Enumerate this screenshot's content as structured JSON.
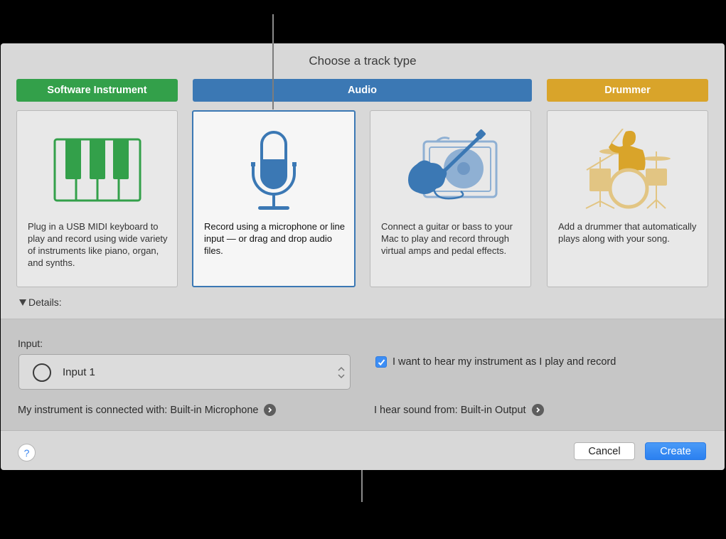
{
  "dialog": {
    "title": "Choose a track type"
  },
  "track_types": [
    {
      "label": "Software Instrument",
      "color": "#33a04a",
      "icon": "piano-keyboard-icon",
      "description": "Plug in a USB MIDI keyboard to play and record using wide variety of instruments like piano, organ, and synths.",
      "selected": false
    },
    {
      "label": "Audio",
      "color": "#3b78b4",
      "icon": "microphone-icon",
      "description": "Record using a microphone or line input — or drag and drop audio files.",
      "selected": true
    },
    {
      "label": "",
      "color": "#3b78b4",
      "icon": "guitar-amp-icon",
      "description": "Connect a guitar or bass to your Mac to play and record through virtual amps and pedal effects.",
      "selected": false
    },
    {
      "label": "Drummer",
      "color": "#d9a42a",
      "icon": "drummer-icon",
      "description": "Add a drummer that automatically plays along with your song.",
      "selected": false
    }
  ],
  "details": {
    "toggle_label": "Details:",
    "input_label": "Input:",
    "input_value": "Input 1",
    "connected_with": "My instrument is connected with: Built-in Microphone",
    "monitor_checkbox": {
      "label": "I want to hear my instrument as I play and record",
      "checked": true
    },
    "output_line": "I hear sound from: Built-in Output"
  },
  "footer": {
    "help_label": "?",
    "cancel_label": "Cancel",
    "create_label": "Create"
  },
  "colors": {
    "software_instrument": "#33a04a",
    "audio": "#3b78b4",
    "drummer": "#d9a42a",
    "primary_button": "#3a8cf5"
  }
}
